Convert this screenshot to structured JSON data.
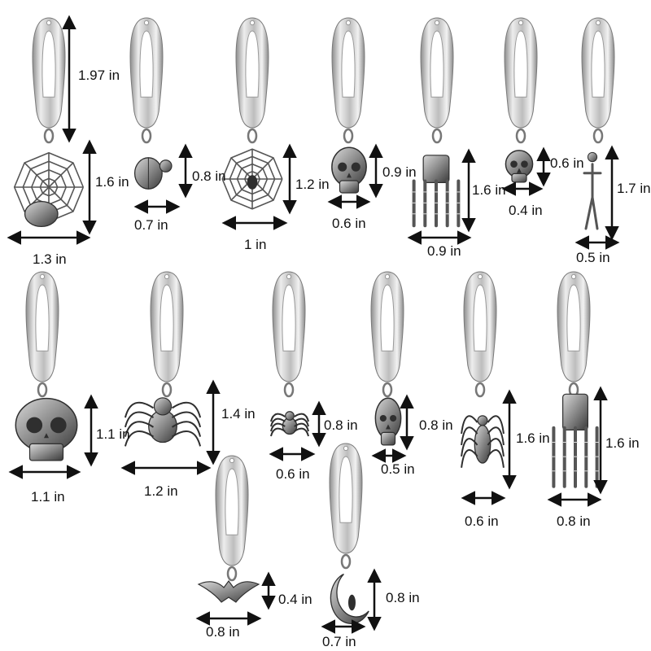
{
  "items": [
    {
      "name": "clip-web-pumpkin",
      "charm": "web-pumpkin-charm",
      "height": "1.6 in",
      "width": "1.3 in",
      "clip_length": "1.97 in"
    },
    {
      "name": "clip-pumpkin",
      "charm": "pumpkin-charm",
      "height": "0.8 in",
      "width": "0.7 in"
    },
    {
      "name": "clip-spiderweb",
      "charm": "spiderweb-charm",
      "height": "1.2 in",
      "width": "1 in"
    },
    {
      "name": "clip-skull-mustache",
      "charm": "skull-charm",
      "height": "0.9 in",
      "width": "0.6 in"
    },
    {
      "name": "clip-skeleton-hand-1",
      "charm": "skeleton-hand-charm",
      "height": "1.6 in",
      "width": "0.9 in"
    },
    {
      "name": "clip-sugar-skull",
      "charm": "sugar-skull-charm",
      "height": "0.6 in",
      "width": "0.4 in"
    },
    {
      "name": "clip-hanging-skeleton",
      "charm": "hanging-skeleton-charm",
      "height": "1.7 in",
      "width": "0.5 in"
    },
    {
      "name": "clip-skull-large",
      "charm": "skull-charm",
      "height": "1.1 in",
      "width": "1.1 in"
    },
    {
      "name": "clip-spider-large",
      "charm": "spider-charm",
      "height": "1.4 in",
      "width": "1.2 in"
    },
    {
      "name": "clip-spider-small",
      "charm": "spider-charm",
      "height": "0.8 in",
      "width": "0.6 in"
    },
    {
      "name": "clip-skull-small",
      "charm": "skull-charm",
      "height": "0.8 in",
      "width": "0.5 in"
    },
    {
      "name": "clip-spider-tall",
      "charm": "spider-charm",
      "height": "1.6 in",
      "width": "0.6 in"
    },
    {
      "name": "clip-skeleton-hand-2",
      "charm": "skeleton-hand-charm",
      "height": "1.6 in",
      "width": "0.8 in"
    },
    {
      "name": "clip-bat",
      "charm": "bat-charm",
      "height": "0.4 in",
      "width": "0.8 in"
    },
    {
      "name": "clip-moon-cat",
      "charm": "moon-cat-charm",
      "height": "0.8 in",
      "width": "0.7 in"
    }
  ],
  "colors": {
    "metal_light": "#e6e6e6",
    "metal_mid": "#b9b9b9",
    "metal_dark": "#6f6f6f",
    "charm_dark": "#2f2f2f",
    "arrow": "#111111"
  }
}
